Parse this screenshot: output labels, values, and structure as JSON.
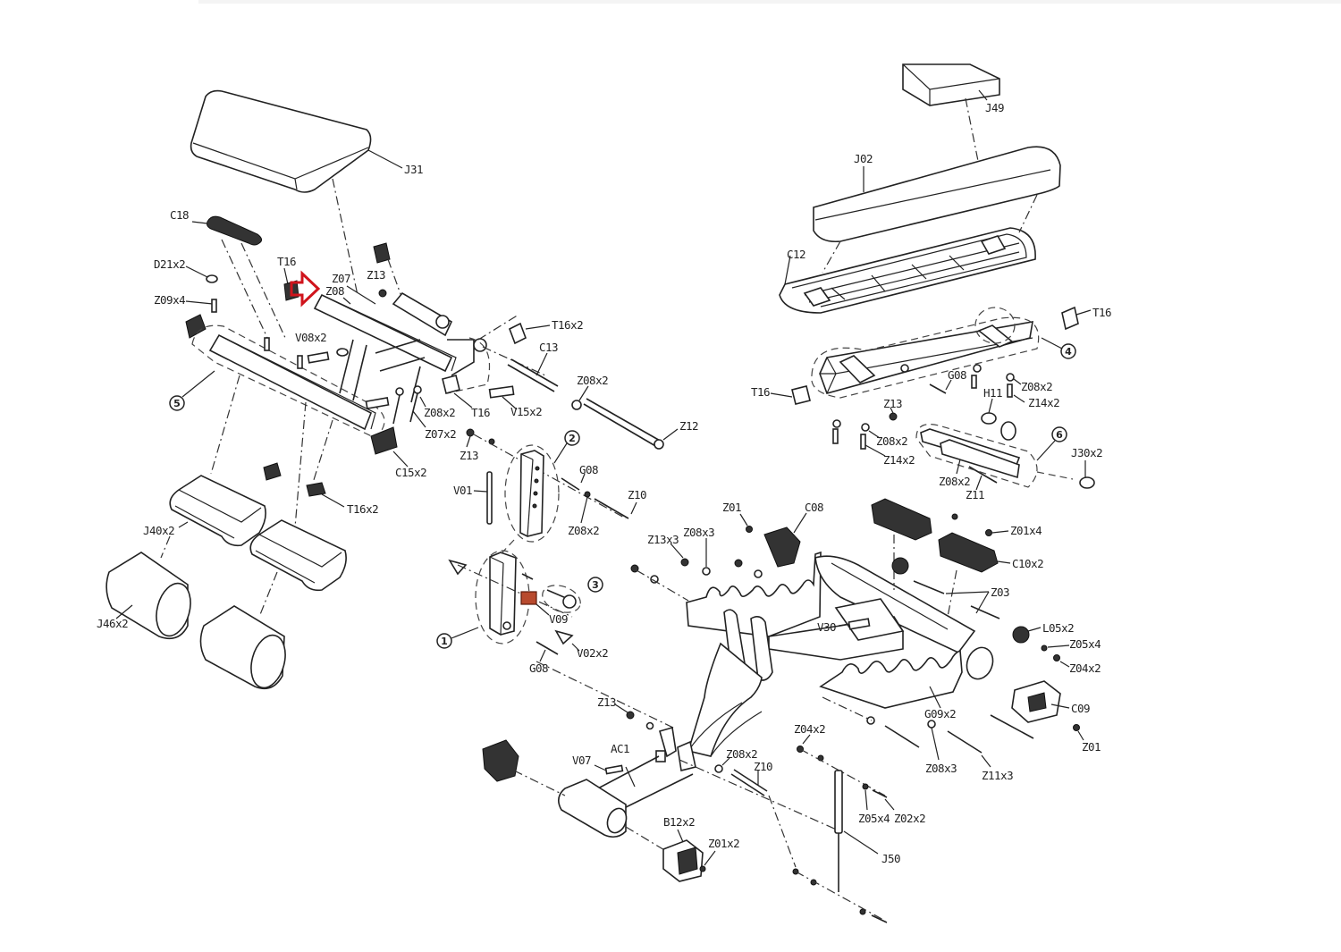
{
  "diagram": {
    "type": "exploded-parts-diagram",
    "highlight_color": "#d0141c",
    "highlighted_part": "Z08",
    "assembly_groups": [
      "1",
      "2",
      "3",
      "4",
      "5",
      "6"
    ],
    "labels": {
      "J31": "J31",
      "C18": "C18",
      "D21x2": "D21x2",
      "Z09x4": "Z09x4",
      "T16_a": "T16",
      "Z07_a": "Z07",
      "Z08_a": "Z08",
      "Z13_a": "Z13",
      "T16x2_a": "T16x2",
      "C13": "C13",
      "V08x2": "V08x2",
      "Z08x2_a": "Z08x2",
      "T16_b": "T16",
      "V15x2": "V15x2",
      "Z08x2_b": "Z08x2",
      "Z07x2": "Z07x2",
      "Z12": "Z12",
      "C15x2": "C15x2",
      "Z13_b": "Z13",
      "T16x2_b": "T16x2",
      "J40x2": "J40x2",
      "J46x2": "J46x2",
      "V01": "V01",
      "G08_a": "G08",
      "Z10_a": "Z10",
      "Z08x2_c": "Z08x2",
      "V09": "V09",
      "V02x2": "V02x2",
      "G08_b": "G08",
      "J49": "J49",
      "J02": "J02",
      "C12": "C12",
      "T16_c": "T16",
      "T16_d": "T16",
      "G08_c": "G08",
      "Z08x2_d": "Z08x2",
      "H11": "H11",
      "Z14x2_a": "Z14x2",
      "Z13_c": "Z13",
      "Z08x2_e": "Z08x2",
      "Z14x2_b": "Z14x2",
      "Z08x2_f": "Z08x2",
      "Z11": "Z11",
      "J30x2": "J30x2",
      "Z01_a": "Z01",
      "C08": "C08",
      "Z13x3": "Z13x3",
      "Z08x3_a": "Z08x3",
      "Z01x4": "Z01x4",
      "C10x2": "C10x2",
      "Z03": "Z03",
      "V30": "V30",
      "L05x2": "L05x2",
      "Z05x4_a": "Z05x4",
      "Z04x2_a": "Z04x2",
      "C09": "C09",
      "Z01_b": "Z01",
      "G09x2": "G09x2",
      "Z13_d": "Z13",
      "AC1": "AC1",
      "V07": "V07",
      "Z08x2_g": "Z08x2",
      "Z10_b": "Z10",
      "Z04x2_b": "Z04x2",
      "Z08x3_b": "Z08x3",
      "Z11x3": "Z11x3",
      "B12x2": "B12x2",
      "Z01x2": "Z01x2",
      "Z05x4_b": "Z05x4",
      "Z02x2": "Z02x2",
      "J50": "J50"
    }
  }
}
